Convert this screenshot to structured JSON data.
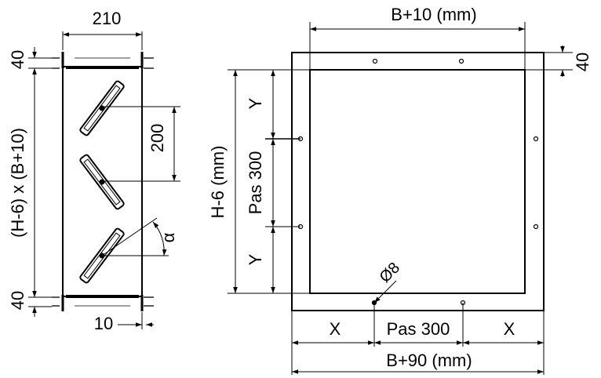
{
  "side_view": {
    "width_label": "210",
    "top_flange_label": "40",
    "bottom_flange_label": "40",
    "section_label": "(H-6) x (B+10)",
    "pitch_label": "200",
    "angle_label": "α",
    "offset_label": "10"
  },
  "front_view": {
    "top_width_label": "B+10 (mm)",
    "top_flange_label": "40",
    "height_label": "H-6 (mm)",
    "vertical_y_top_label": "Y",
    "vertical_pitch_label": "Pas 300",
    "vertical_y_bottom_label": "Y",
    "hole_label": "Ø8",
    "bottom_x_left_label": "X",
    "bottom_pitch_label": "Pas 300",
    "bottom_x_right_label": "X",
    "bottom_width_label": "B+90 (mm)"
  }
}
